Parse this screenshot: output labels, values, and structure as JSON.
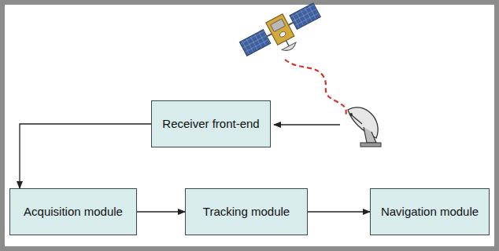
{
  "diagram": {
    "nodes": [
      {
        "text": [
          "Receiver front-end"
        ]
      },
      {
        "text": [
          "Acquisition module"
        ]
      },
      {
        "text": [
          "Tracking module"
        ]
      },
      {
        "text": [
          "Navigation module"
        ]
      }
    ],
    "edges": [
      {
        "from": 0,
        "to": 1,
        "arrow": "to"
      },
      {
        "from": 1,
        "to": 2,
        "arrow": "to"
      },
      {
        "from": 2,
        "to": 3,
        "arrow": "to"
      }
    ]
  }
}
